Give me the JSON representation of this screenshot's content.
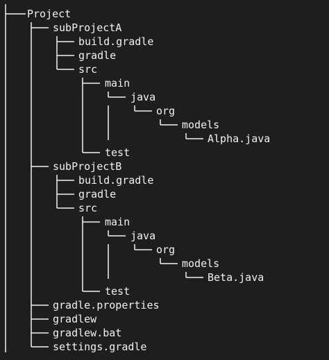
{
  "tree": {
    "root": "Project",
    "subproject_a": {
      "name": "subProjectA",
      "build_gradle": "build.gradle",
      "gradle": "gradle",
      "src": "src",
      "main": "main",
      "java": "java",
      "org": "org",
      "models": "models",
      "file": "Alpha.java",
      "test": "test"
    },
    "subproject_b": {
      "name": "subProjectB",
      "build_gradle": "build.gradle",
      "gradle": "gradle",
      "src": "src",
      "main": "main",
      "java": "java",
      "org": "org",
      "models": "models",
      "file": "Beta.java",
      "test": "test"
    },
    "gradle_properties": "gradle.properties",
    "gradlew": "gradlew",
    "gradlew_bat": "gradlew.bat",
    "settings_gradle": "settings.gradle"
  }
}
